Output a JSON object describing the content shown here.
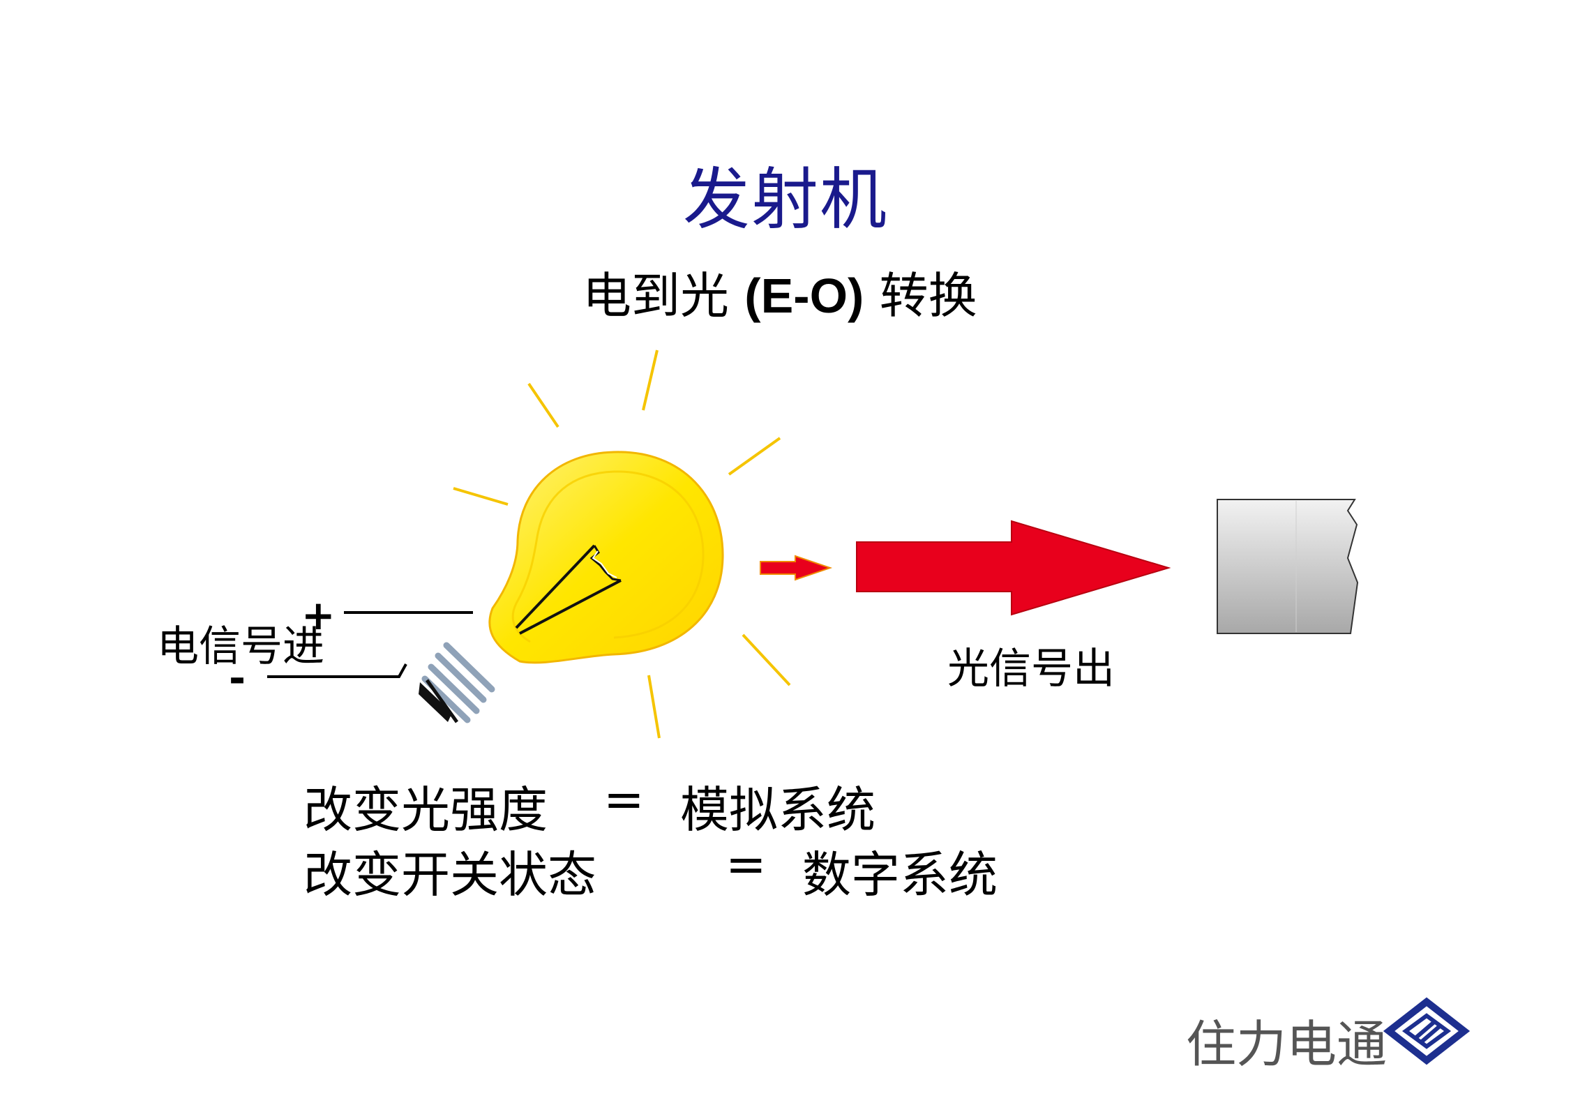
{
  "title": "发射机",
  "subtitle": {
    "prefix": "电到光 ",
    "code": "(E-O)",
    "suffix": " 转换"
  },
  "input": {
    "label": "电信号进",
    "plus": "+",
    "minus": "-"
  },
  "output": {
    "label": "光信号出"
  },
  "modes": {
    "analog": {
      "lhs": "改变光强度",
      "eq": "=",
      "rhs": "模拟系统"
    },
    "digital": {
      "lhs": "改变开关状态",
      "eq": "=",
      "rhs": "数字系统"
    }
  },
  "brand": {
    "name": "住力电通"
  },
  "colors": {
    "title": "#1a1a8c",
    "bulb": "#ffe600",
    "bulb_outline": "#f2b600",
    "arrow": "#e8001c",
    "ray": "#f5c400",
    "logo": "#1d2f8f"
  },
  "icons": {
    "bulb": "light-bulb-icon",
    "fiber": "fiber-end-icon",
    "logo": "brand-logo-icon"
  }
}
